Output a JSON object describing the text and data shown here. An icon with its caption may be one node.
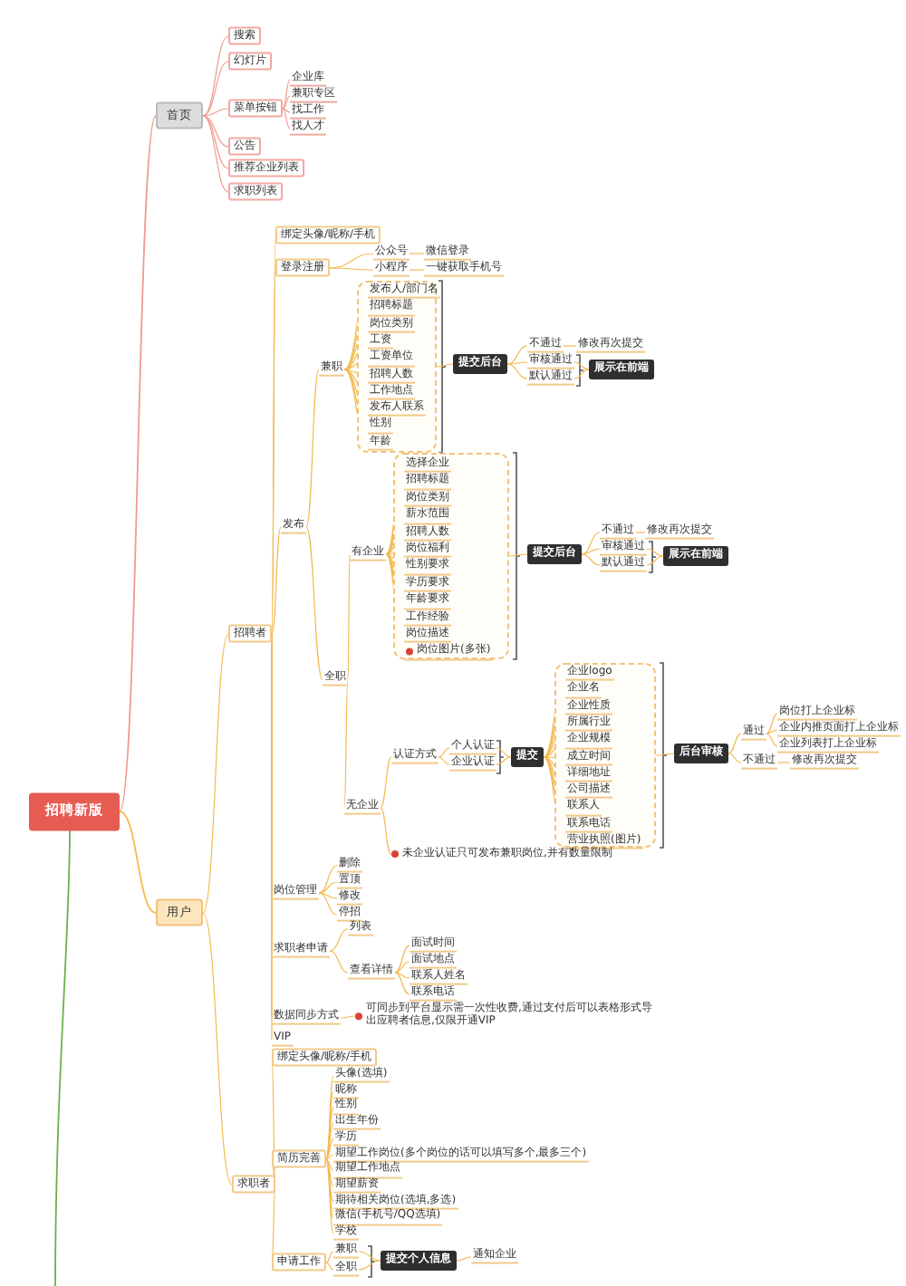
{
  "diagram": {
    "nodes": [
      {
        "text": [
          "招聘新版"
        ]
      },
      {
        "text": [
          "首页"
        ]
      },
      {
        "text": [
          "搜索"
        ]
      },
      {
        "text": [
          "幻灯片"
        ]
      },
      {
        "text": [
          "菜单按钮"
        ]
      },
      {
        "text": [
          "企业库"
        ]
      },
      {
        "text": [
          "兼职专区"
        ]
      },
      {
        "text": [
          "找工作"
        ]
      },
      {
        "text": [
          "找人才"
        ]
      },
      {
        "text": [
          "公告"
        ]
      },
      {
        "text": [
          "推荐企业列表"
        ]
      },
      {
        "text": [
          "求职列表"
        ]
      },
      {
        "text": [
          "用户"
        ]
      },
      {
        "text": [
          "招聘者"
        ]
      },
      {
        "text": [
          "绑定头像/昵称/手机"
        ]
      },
      {
        "text": [
          "登录注册"
        ]
      },
      {
        "text": [
          "公众号"
        ]
      },
      {
        "text": [
          "微信登录"
        ]
      },
      {
        "text": [
          "小程序"
        ]
      },
      {
        "text": [
          "一键获取手机号"
        ]
      },
      {
        "text": [
          "发布"
        ]
      },
      {
        "text": [
          "兼职"
        ]
      },
      {
        "text": [],
        "shape": "box"
      },
      {
        "text": [
          "发布人/部门名"
        ],
        "in": 22
      },
      {
        "text": [
          "招聘标题"
        ],
        "in": 22
      },
      {
        "text": [
          "岗位类别"
        ],
        "in": 22
      },
      {
        "text": [
          "工资"
        ],
        "in": 22
      },
      {
        "text": [
          "工资单位"
        ],
        "in": 22
      },
      {
        "text": [
          "招聘人数"
        ],
        "in": 22
      },
      {
        "text": [
          "工作地点"
        ],
        "in": 22
      },
      {
        "text": [
          "发布人联系"
        ],
        "in": 22
      },
      {
        "text": [
          "性别"
        ],
        "in": 22
      },
      {
        "text": [
          "年龄"
        ],
        "in": 22
      },
      {
        "text": [
          "提交后台"
        ]
      },
      {
        "text": [
          "不通过"
        ]
      },
      {
        "text": [
          "修改再次提交"
        ]
      },
      {
        "text": [
          "审核通过"
        ]
      },
      {
        "text": [
          "默认通过"
        ]
      },
      {
        "text": [
          "展示在前端"
        ]
      },
      {
        "text": [
          "全职"
        ]
      },
      {
        "text": [
          "有企业"
        ]
      },
      {
        "text": [],
        "shape": "box"
      },
      {
        "text": [
          "选择企业"
        ],
        "in": 41
      },
      {
        "text": [
          "招聘标题"
        ],
        "in": 41
      },
      {
        "text": [
          "岗位类别"
        ],
        "in": 41
      },
      {
        "text": [
          "薪水范围"
        ],
        "in": 41
      },
      {
        "text": [
          "招聘人数"
        ],
        "in": 41
      },
      {
        "text": [
          "岗位福利"
        ],
        "in": 41
      },
      {
        "text": [
          "性别要求"
        ],
        "in": 41
      },
      {
        "text": [
          "学历要求"
        ],
        "in": 41
      },
      {
        "text": [
          "年龄要求"
        ],
        "in": 41
      },
      {
        "text": [
          "工作经验"
        ],
        "in": 41
      },
      {
        "text": [
          "岗位描述"
        ],
        "in": 41
      },
      {
        "text": [
          "岗位图片(多张)"
        ],
        "in": 41
      },
      {
        "text": [
          "提交后台"
        ]
      },
      {
        "text": [
          "不通过"
        ]
      },
      {
        "text": [
          "修改再次提交"
        ]
      },
      {
        "text": [
          "审核通过"
        ]
      },
      {
        "text": [
          "默认通过"
        ]
      },
      {
        "text": [
          "展示在前端"
        ]
      },
      {
        "text": [
          "无企业"
        ]
      },
      {
        "text": [
          "认证方式"
        ]
      },
      {
        "text": [
          "个人认证"
        ]
      },
      {
        "text": [
          "企业认证"
        ]
      },
      {
        "text": [
          "提交"
        ]
      },
      {
        "text": [],
        "shape": "box"
      },
      {
        "text": [
          "企业logo"
        ],
        "in": 65
      },
      {
        "text": [
          "企业名"
        ],
        "in": 65
      },
      {
        "text": [
          "企业性质"
        ],
        "in": 65
      },
      {
        "text": [
          "所属行业"
        ],
        "in": 65
      },
      {
        "text": [
          "企业规模"
        ],
        "in": 65
      },
      {
        "text": [
          "成立时间"
        ],
        "in": 65
      },
      {
        "text": [
          "详细地址"
        ],
        "in": 65
      },
      {
        "text": [
          "公司描述"
        ],
        "in": 65
      },
      {
        "text": [
          "联系人"
        ],
        "in": 65
      },
      {
        "text": [
          "联系电话"
        ],
        "in": 65
      },
      {
        "text": [
          "营业执照(图片)"
        ],
        "in": 65
      },
      {
        "text": [
          "后台审核"
        ]
      },
      {
        "text": [
          "通过"
        ]
      },
      {
        "text": [
          "岗位打上企业标"
        ]
      },
      {
        "text": [
          "企业内推页面打上企业标"
        ]
      },
      {
        "text": [
          "企业列表打上企业标"
        ]
      },
      {
        "text": [
          "不通过"
        ]
      },
      {
        "text": [
          "修改再次提交"
        ]
      },
      {
        "text": [
          "未企业认证只可发布兼职岗位,并有数量限制"
        ]
      },
      {
        "text": [
          "岗位管理"
        ]
      },
      {
        "text": [
          "删除"
        ]
      },
      {
        "text": [
          "置顶"
        ]
      },
      {
        "text": [
          "修改"
        ]
      },
      {
        "text": [
          "停招"
        ]
      },
      {
        "text": [
          "求职者申请"
        ]
      },
      {
        "text": [
          "列表"
        ]
      },
      {
        "text": [
          "查看详情"
        ]
      },
      {
        "text": [
          "面试时间"
        ]
      },
      {
        "text": [
          "面试地点"
        ]
      },
      {
        "text": [
          "联系人姓名"
        ]
      },
      {
        "text": [
          "联系电话"
        ]
      },
      {
        "text": [
          "数据同步方式"
        ]
      },
      {
        "text": [
          "可同步到平台显示需一次性收费,通过支付后可以表格形式导出应聘者信息,仅限开通VIP"
        ]
      },
      {
        "text": [
          "VIP"
        ]
      },
      {
        "text": [
          "求职者"
        ]
      },
      {
        "text": [
          "绑定头像/昵称/手机"
        ]
      },
      {
        "text": [
          "简历完善"
        ]
      },
      {
        "text": [
          "头像(选填)"
        ]
      },
      {
        "text": [
          "昵称"
        ]
      },
      {
        "text": [
          "性别"
        ]
      },
      {
        "text": [
          "出生年份"
        ]
      },
      {
        "text": [
          "学历"
        ]
      },
      {
        "text": [
          "期望工作岗位(多个岗位的话可以填写多个,最多三个)"
        ]
      },
      {
        "text": [
          "期望工作地点"
        ]
      },
      {
        "text": [
          "期望薪资"
        ]
      },
      {
        "text": [
          "期待相关岗位(选填,多选)"
        ]
      },
      {
        "text": [
          "微信(手机号/QQ选填)"
        ]
      },
      {
        "text": [
          "学校"
        ]
      },
      {
        "text": [
          "申请工作"
        ]
      },
      {
        "text": [
          "兼职"
        ]
      },
      {
        "text": [
          "全职"
        ]
      },
      {
        "text": [
          "提交个人信息"
        ]
      },
      {
        "text": [
          "通知企业"
        ]
      }
    ],
    "edges": [
      {
        "from": 0,
        "to": 1,
        "arrow": "none",
        "color": "#ee9a8f"
      },
      {
        "from": 1,
        "to": 2,
        "arrow": "none",
        "color": "#ee9a8f"
      },
      {
        "from": 1,
        "to": 3,
        "arrow": "none",
        "color": "#ee9a8f"
      },
      {
        "from": 1,
        "to": 4,
        "arrow": "none",
        "color": "#ee9a8f"
      },
      {
        "from": 4,
        "to": 5,
        "arrow": "none",
        "color": "#ee9a8f"
      },
      {
        "from": 4,
        "to": 6,
        "arrow": "none",
        "color": "#ee9a8f"
      },
      {
        "from": 4,
        "to": 7,
        "arrow": "none",
        "color": "#ee9a8f"
      },
      {
        "from": 4,
        "to": 8,
        "arrow": "none",
        "color": "#ee9a8f"
      },
      {
        "from": 1,
        "to": 9,
        "arrow": "none",
        "color": "#ee9a8f"
      },
      {
        "from": 1,
        "to": 10,
        "arrow": "none",
        "color": "#ee9a8f"
      },
      {
        "from": 1,
        "to": 11,
        "arrow": "none",
        "color": "#ee9a8f"
      },
      {
        "from": 0,
        "to": 12,
        "arrow": "none"
      },
      {
        "from": 0,
        "to": null,
        "arrow": "none",
        "color": "#6ab04c"
      },
      {
        "from": 12,
        "to": 13,
        "arrow": "none"
      },
      {
        "from": 12,
        "to": 100,
        "arrow": "none"
      },
      {
        "from": 13,
        "to": 14,
        "arrow": "none"
      },
      {
        "from": 13,
        "to": 15,
        "arrow": "none"
      },
      {
        "from": 15,
        "to": 16,
        "arrow": "none"
      },
      {
        "from": 16,
        "to": 17,
        "arrow": "none"
      },
      {
        "from": 15,
        "to": 18,
        "arrow": "none"
      },
      {
        "from": 18,
        "to": 19,
        "arrow": "none"
      },
      {
        "from": 13,
        "to": 20,
        "arrow": "none"
      },
      {
        "from": 20,
        "to": 21,
        "arrow": "none"
      },
      {
        "from": 21,
        "to": 23,
        "arrow": "none"
      },
      {
        "from": 21,
        "to": 24,
        "arrow": "none"
      },
      {
        "from": 21,
        "to": 25,
        "arrow": "none"
      },
      {
        "from": 21,
        "to": 26,
        "arrow": "none"
      },
      {
        "from": 21,
        "to": 27,
        "arrow": "none"
      },
      {
        "from": 21,
        "to": 28,
        "arrow": "none"
      },
      {
        "from": 21,
        "to": 29,
        "arrow": "none"
      },
      {
        "from": 21,
        "to": 30,
        "arrow": "none"
      },
      {
        "from": 21,
        "to": 31,
        "arrow": "none"
      },
      {
        "from": 21,
        "to": 32,
        "arrow": "none"
      },
      {
        "from": 22,
        "to": 33,
        "arrow": "none"
      },
      {
        "from": 33,
        "to": 34,
        "arrow": "none"
      },
      {
        "from": 34,
        "to": 35,
        "arrow": "none"
      },
      {
        "from": 33,
        "to": 36,
        "arrow": "none"
      },
      {
        "from": 33,
        "to": 37,
        "arrow": "none"
      },
      {
        "from": 36,
        "to": 38,
        "arrow": "none"
      },
      {
        "from": 37,
        "to": 38,
        "arrow": "none"
      },
      {
        "from": 20,
        "to": 39,
        "arrow": "none"
      },
      {
        "from": 39,
        "to": 40,
        "arrow": "none"
      },
      {
        "from": 40,
        "to": 42,
        "arrow": "none"
      },
      {
        "from": 40,
        "to": 43,
        "arrow": "none"
      },
      {
        "from": 40,
        "to": 44,
        "arrow": "none"
      },
      {
        "from": 40,
        "to": 45,
        "arrow": "none"
      },
      {
        "from": 40,
        "to": 46,
        "arrow": "none"
      },
      {
        "from": 40,
        "to": 47,
        "arrow": "none"
      },
      {
        "from": 40,
        "to": 48,
        "arrow": "none"
      },
      {
        "from": 40,
        "to": 49,
        "arrow": "none"
      },
      {
        "from": 40,
        "to": 50,
        "arrow": "none"
      },
      {
        "from": 40,
        "to": 51,
        "arrow": "none"
      },
      {
        "from": 40,
        "to": 52,
        "arrow": "none"
      },
      {
        "from": 40,
        "to": 53,
        "arrow": "none"
      },
      {
        "from": 41,
        "to": 54,
        "arrow": "none"
      },
      {
        "from": 54,
        "to": 55,
        "arrow": "none"
      },
      {
        "from": 55,
        "to": 56,
        "arrow": "none"
      },
      {
        "from": 54,
        "to": 57,
        "arrow": "none"
      },
      {
        "from": 54,
        "to": 58,
        "arrow": "none"
      },
      {
        "from": 57,
        "to": 59,
        "arrow": "none"
      },
      {
        "from": 58,
        "to": 59,
        "arrow": "none"
      },
      {
        "from": 39,
        "to": 60,
        "arrow": "none"
      },
      {
        "from": 60,
        "to": 61,
        "arrow": "none"
      },
      {
        "from": 61,
        "to": 62,
        "arrow": "none"
      },
      {
        "from": 61,
        "to": 63,
        "arrow": "none"
      },
      {
        "from": 62,
        "to": 64,
        "arrow": "none"
      },
      {
        "from": 63,
        "to": 64,
        "arrow": "none"
      },
      {
        "from": 64,
        "to": 66,
        "arrow": "none"
      },
      {
        "from": 64,
        "to": 67,
        "arrow": "none"
      },
      {
        "from": 64,
        "to": 68,
        "arrow": "none"
      },
      {
        "from": 64,
        "to": 69,
        "arrow": "none"
      },
      {
        "from": 64,
        "to": 70,
        "arrow": "none"
      },
      {
        "from": 64,
        "to": 71,
        "arrow": "none"
      },
      {
        "from": 64,
        "to": 72,
        "arrow": "none"
      },
      {
        "from": 64,
        "to": 73,
        "arrow": "none"
      },
      {
        "from": 64,
        "to": 74,
        "arrow": "none"
      },
      {
        "from": 64,
        "to": 75,
        "arrow": "none"
      },
      {
        "from": 64,
        "to": 76,
        "arrow": "none"
      },
      {
        "from": 65,
        "to": 77,
        "arrow": "none"
      },
      {
        "from": 77,
        "to": 78,
        "arrow": "none"
      },
      {
        "from": 78,
        "to": 79,
        "arrow": "none"
      },
      {
        "from": 78,
        "to": 80,
        "arrow": "none"
      },
      {
        "from": 78,
        "to": 81,
        "arrow": "none"
      },
      {
        "from": 77,
        "to": 82,
        "arrow": "none"
      },
      {
        "from": 82,
        "to": 83,
        "arrow": "none"
      },
      {
        "from": 60,
        "to": 84,
        "arrow": "none"
      },
      {
        "from": 13,
        "to": 85,
        "arrow": "none"
      },
      {
        "from": 85,
        "to": 86,
        "arrow": "none"
      },
      {
        "from": 85,
        "to": 87,
        "arrow": "none"
      },
      {
        "from": 85,
        "to": 88,
        "arrow": "none"
      },
      {
        "from": 85,
        "to": 89,
        "arrow": "none"
      },
      {
        "from": 13,
        "to": 90,
        "arrow": "none"
      },
      {
        "from": 90,
        "to": 91,
        "arrow": "none"
      },
      {
        "from": 90,
        "to": 92,
        "arrow": "none"
      },
      {
        "from": 92,
        "to": 93,
        "arrow": "none"
      },
      {
        "from": 92,
        "to": 94,
        "arrow": "none"
      },
      {
        "from": 92,
        "to": 95,
        "arrow": "none"
      },
      {
        "from": 92,
        "to": 96,
        "arrow": "none"
      },
      {
        "from": 13,
        "to": 97,
        "arrow": "none"
      },
      {
        "from": 97,
        "to": 98,
        "arrow": "none"
      },
      {
        "from": 13,
        "to": 99,
        "arrow": "none"
      },
      {
        "from": 100,
        "to": 101,
        "arrow": "none"
      },
      {
        "from": 100,
        "to": 102,
        "arrow": "none"
      },
      {
        "from": 102,
        "to": 103,
        "arrow": "none"
      },
      {
        "from": 102,
        "to": 104,
        "arrow": "none"
      },
      {
        "from": 102,
        "to": 105,
        "arrow": "none"
      },
      {
        "from": 102,
        "to": 106,
        "arrow": "none"
      },
      {
        "from": 102,
        "to": 107,
        "arrow": "none"
      },
      {
        "from": 102,
        "to": 108,
        "arrow": "none"
      },
      {
        "from": 102,
        "to": 109,
        "arrow": "none"
      },
      {
        "from": 102,
        "to": 110,
        "arrow": "none"
      },
      {
        "from": 102,
        "to": 111,
        "arrow": "none"
      },
      {
        "from": 102,
        "to": 112,
        "arrow": "none"
      },
      {
        "from": 102,
        "to": 113,
        "arrow": "none"
      },
      {
        "from": 100,
        "to": 114,
        "arrow": "none"
      },
      {
        "from": 114,
        "to": 115,
        "arrow": "none"
      },
      {
        "from": 114,
        "to": 116,
        "arrow": "none"
      },
      {
        "from": 115,
        "to": 117,
        "arrow": "none"
      },
      {
        "from": 116,
        "to": 117,
        "arrow": "none"
      },
      {
        "from": 117,
        "to": 118,
        "arrow": "none"
      }
    ]
  }
}
